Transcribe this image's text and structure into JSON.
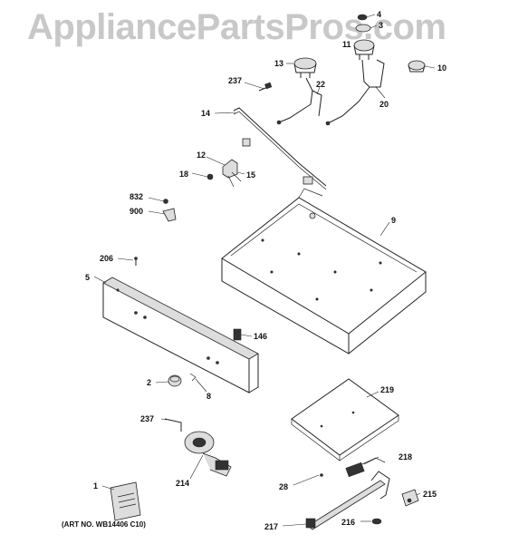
{
  "watermark": "AppliancePartsPros.com",
  "art_number": "(ART NO. WB14406 C10)",
  "labels": {
    "p4": "4",
    "p3": "3",
    "p11": "11",
    "p13": "13",
    "p10": "10",
    "p237a": "237",
    "p22": "22",
    "p14": "14",
    "p20": "20",
    "p12": "12",
    "p15": "15",
    "p18": "18",
    "p832": "832",
    "p900": "900",
    "p9": "9",
    "p206": "206",
    "p5": "5",
    "p146": "146",
    "p2": "2",
    "p8": "8",
    "p219": "219",
    "p237b": "237",
    "p218": "218",
    "p214": "214",
    "p1": "1",
    "p28": "28",
    "p215": "215",
    "p216": "216",
    "p217": "217"
  }
}
